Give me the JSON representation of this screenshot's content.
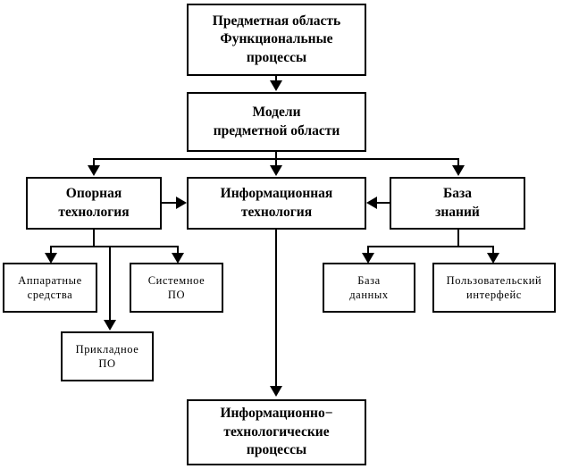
{
  "diagram": {
    "title_text": "",
    "colors": {
      "stroke": "#000000",
      "fill": "#ffffff",
      "text": "#000000"
    },
    "nodes": {
      "domain_area": {
        "label": "Предметная область\nФункциональные\nпроцессы"
      },
      "domain_models": {
        "label": "Модели\nпредметной области"
      },
      "support_technology": {
        "label": "Опорная\nтехнология"
      },
      "information_technology": {
        "label": "Информационная\nтехнология"
      },
      "knowledge_base": {
        "label": "База\nзнаний"
      },
      "hardware": {
        "label": "Аппаратные\nсредства"
      },
      "system_software": {
        "label": "Системное\nПО"
      },
      "application_software": {
        "label": "Прикладное\nПО"
      },
      "database": {
        "label": "База\nданных"
      },
      "user_interface": {
        "label": "Пользовательский\nинтерфейс"
      },
      "it_processes": {
        "label": "Информационно−\nтехнологические\nпроцессы"
      }
    },
    "edges": [
      {
        "from": "domain_area",
        "to": "domain_models",
        "direction": "down"
      },
      {
        "from": "domain_models",
        "to": "support_technology",
        "direction": "down"
      },
      {
        "from": "domain_models",
        "to": "information_technology",
        "direction": "down"
      },
      {
        "from": "domain_models",
        "to": "knowledge_base",
        "direction": "down"
      },
      {
        "from": "support_technology",
        "to": "information_technology",
        "direction": "right"
      },
      {
        "from": "knowledge_base",
        "to": "information_technology",
        "direction": "left"
      },
      {
        "from": "support_technology",
        "to": "hardware",
        "direction": "down"
      },
      {
        "from": "support_technology",
        "to": "system_software",
        "direction": "down"
      },
      {
        "from": "support_technology",
        "to": "application_software",
        "direction": "down"
      },
      {
        "from": "knowledge_base",
        "to": "database",
        "direction": "down"
      },
      {
        "from": "knowledge_base",
        "to": "user_interface",
        "direction": "down"
      },
      {
        "from": "information_technology",
        "to": "it_processes",
        "direction": "down"
      }
    ]
  }
}
